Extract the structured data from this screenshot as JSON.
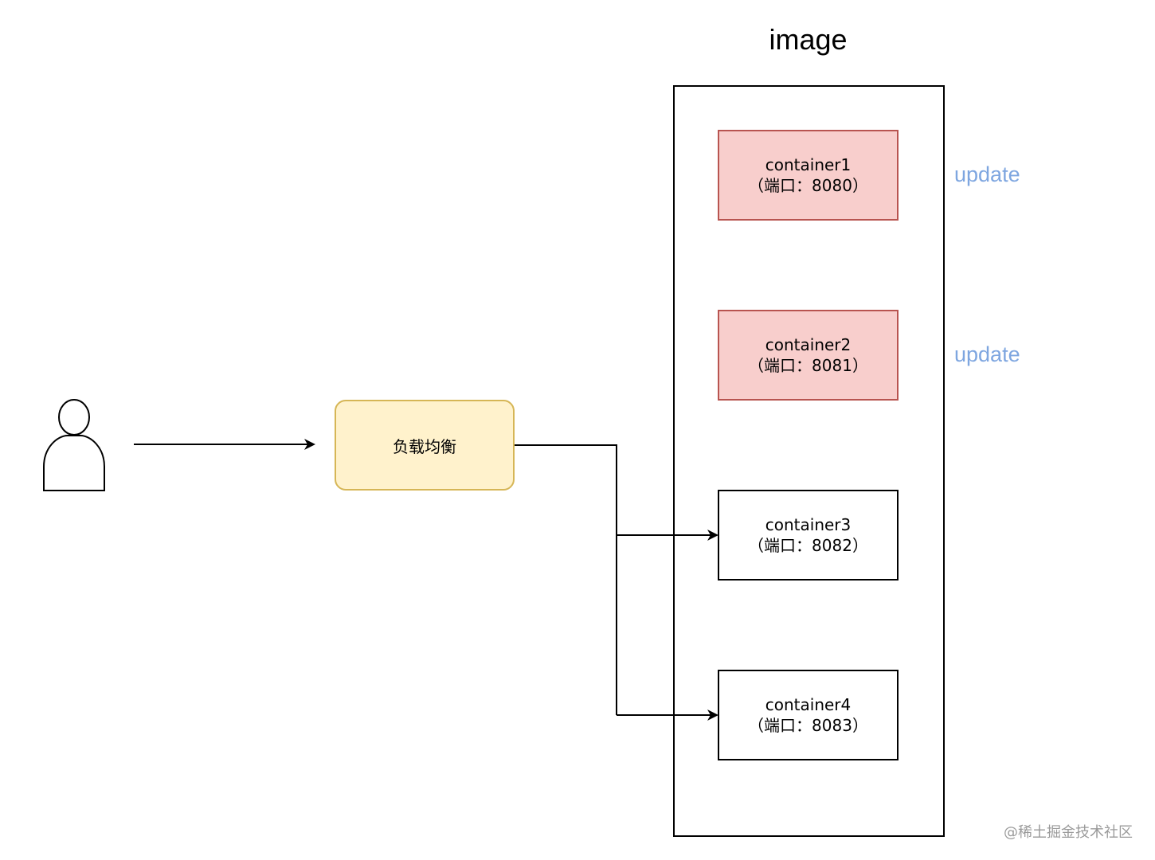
{
  "title": "image",
  "load_balancer": {
    "label": "负载均衡"
  },
  "containers": [
    {
      "name": "container1",
      "port_label": "（端口：8080）",
      "status": "update"
    },
    {
      "name": "container2",
      "port_label": "（端口：8081）",
      "status": "update"
    },
    {
      "name": "container3",
      "port_label": "（端口：8082）"
    },
    {
      "name": "container4",
      "port_label": "（端口：8083）"
    }
  ],
  "watermark": "@稀土掘金技术社区",
  "colors": {
    "updating_fill": "#f8cecc",
    "updating_stroke": "#b85450",
    "load_balancer_fill": "#fff2cc",
    "load_balancer_stroke": "#d6b656",
    "update_text": "#7ea6e0"
  }
}
